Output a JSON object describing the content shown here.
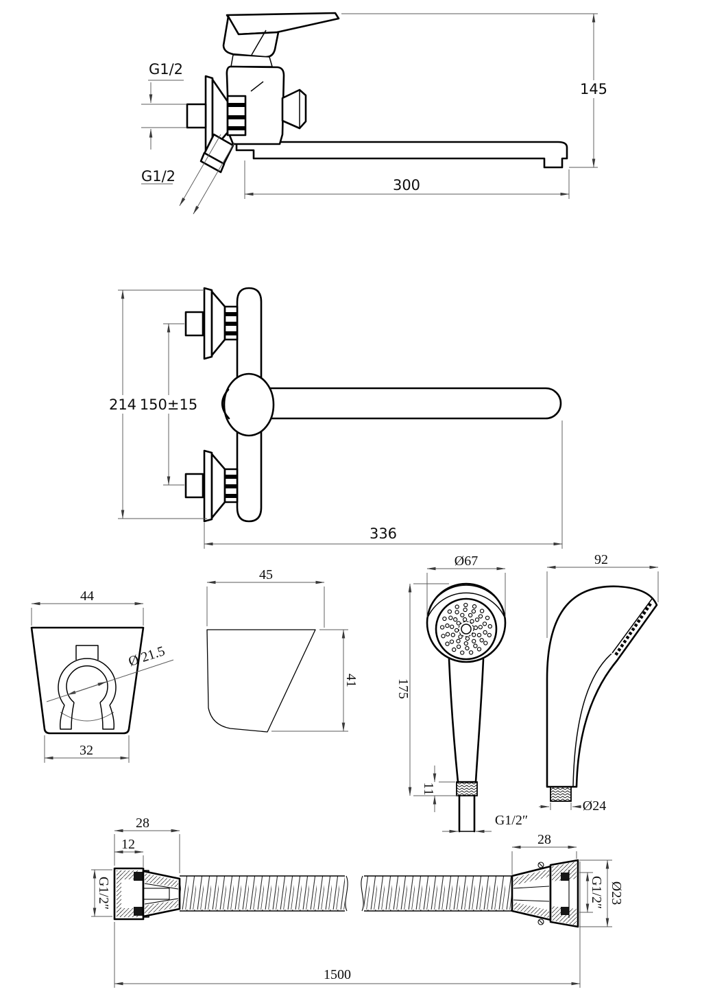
{
  "document_type": "faucet technical dimension drawing",
  "colors": {
    "background": "#ffffff",
    "outline": "#000000",
    "dimension_line": "#585858",
    "text": "#0d0d0d"
  },
  "views": {
    "side_view": {
      "name": "wall mixer side view",
      "labels": {
        "thread_top": "G1/2",
        "thread_bottom": "G1/2",
        "spout_reach": "300",
        "overall_height": "145"
      }
    },
    "front_view": {
      "name": "wall mixer front view",
      "labels": {
        "overall_height": "214",
        "supply_centers": "150±15",
        "overall_length": "336"
      }
    },
    "holder_front": {
      "name": "shower holder front view",
      "labels": {
        "top_width": "44",
        "clip_diameter": "Ø 21.5",
        "bottom_width": "32"
      }
    },
    "bracket_side": {
      "name": "shower holder side view",
      "labels": {
        "depth": "45",
        "height": "41"
      }
    },
    "handshower_front": {
      "name": "hand shower front view",
      "labels": {
        "head_diameter": "Ø67",
        "length": "175",
        "collar_length": "11",
        "thread": "G1/2″"
      }
    },
    "handshower_side": {
      "name": "hand shower side view",
      "labels": {
        "head_depth": "92",
        "handle_diameter": "Ø24"
      }
    },
    "hose": {
      "name": "shower hose section view",
      "labels": {
        "left_nut_length": "28",
        "left_nut_body": "12",
        "left_thread": "G1/2″",
        "right_nut_length": "28",
        "right_thread": "G1/2″",
        "right_nut_diameter": "Ø23",
        "hose_length": "1500"
      }
    }
  }
}
